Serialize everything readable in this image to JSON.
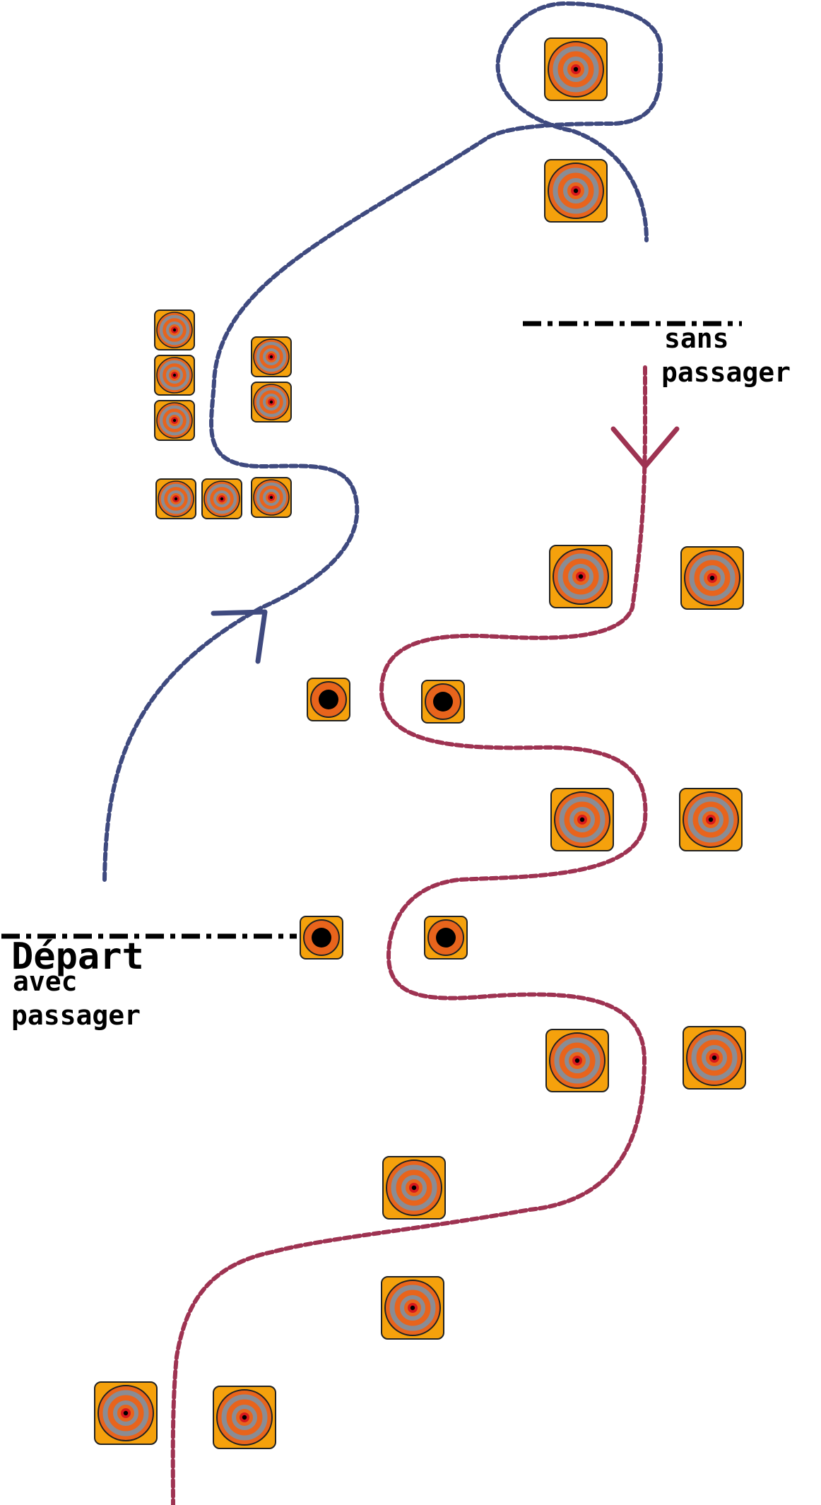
{
  "labels": {
    "start_title": "Départ",
    "start_line1": "avec",
    "start_line2": "passager",
    "end_line1": "sans",
    "end_line2": "passager"
  },
  "colors": {
    "path_with_passenger": "#3f4a7f",
    "path_without_passenger": "#9e3352",
    "marker_fill": "#f5a10c",
    "marker_ring_outer": "#e8641c",
    "marker_ring_inner": "#8a8c94",
    "marker_center": "#d7191c",
    "line_black": "#000000"
  },
  "icons": {
    "target_marker": "target-cone-icon",
    "gate_marker": "gate-cone-icon",
    "path_arrow": "chevron-arrow-icon"
  }
}
